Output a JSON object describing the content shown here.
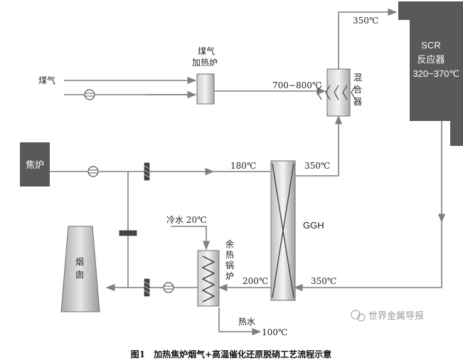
{
  "labels": {
    "coal_gas": "煤气",
    "coal_gas_heater": [
      "煤气",
      "加热炉"
    ],
    "temp_700_800": "700−800℃",
    "temp_350_top": "350℃",
    "scr": [
      "SCR",
      "反应器",
      "320−370℃"
    ],
    "mixer": [
      "混",
      "合",
      "器"
    ],
    "coke_oven": "焦炉",
    "temp_180": "180℃",
    "temp_350_ggh_top": "350℃",
    "ggh": "GGH",
    "cold_water": "冷水 20℃",
    "waste_heat_boiler": [
      "余",
      "热",
      "锅",
      "炉"
    ],
    "chimney": [
      "烟",
      "囱"
    ],
    "temp_200": "200℃",
    "temp_350_return": "350℃",
    "hot_water": "热水",
    "temp_100": "100℃"
  },
  "caption": "图1　加热焦炉烟气+高温催化还原脱硝工艺流程示意",
  "watermark": "世界金属导报",
  "colors": {
    "line": "#7f7f7f",
    "dark_block": "#595959",
    "text": "#222222"
  }
}
